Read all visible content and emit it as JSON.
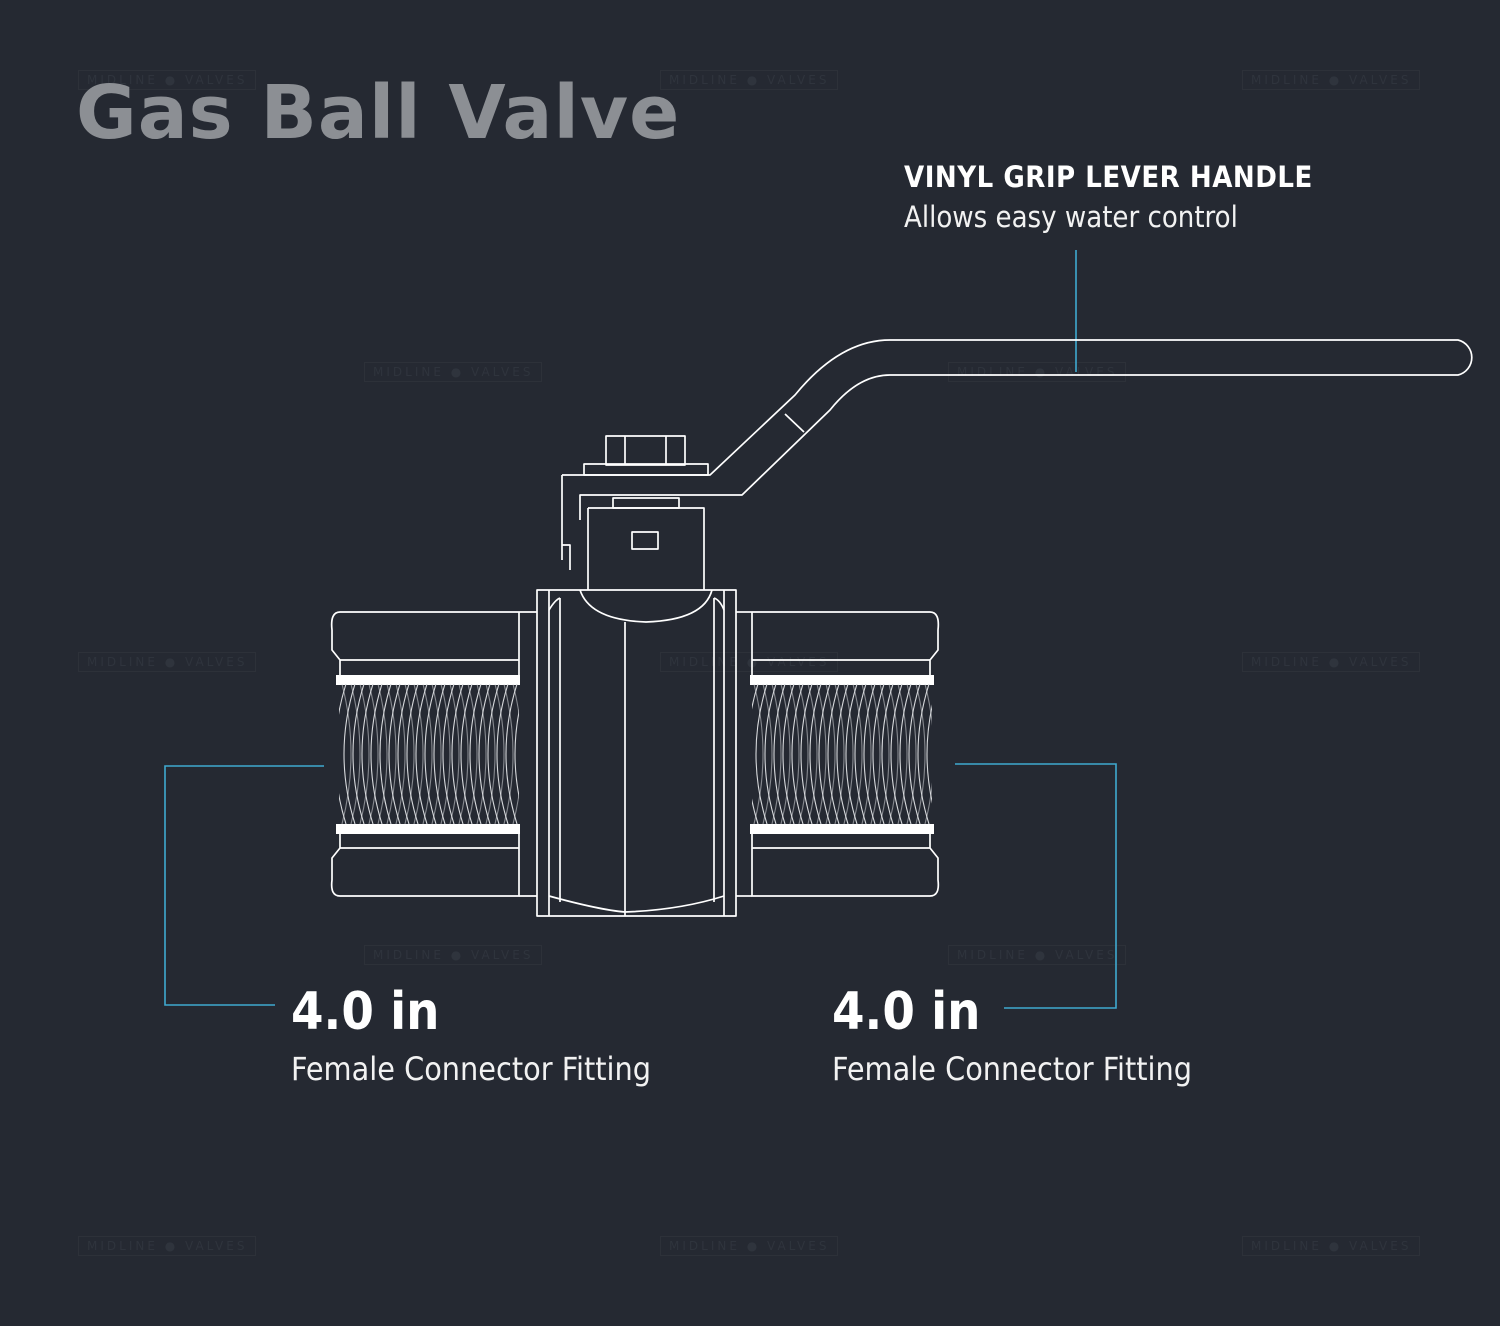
{
  "title": "Gas Ball Valve",
  "handle_callout": {
    "heading": "VINYL GRIP LEVER HANDLE",
    "description": "Allows easy water control"
  },
  "left_fitting": {
    "size": "4.0 in",
    "label": "Female Connector Fitting"
  },
  "right_fitting": {
    "size": "4.0 in",
    "label": "Female Connector Fitting"
  },
  "watermark": "MIDLINE ● VALVES",
  "colors": {
    "background": "#252932",
    "line": "#ffffff",
    "leader": "#3fa9d0",
    "title": "#8c8f94"
  }
}
